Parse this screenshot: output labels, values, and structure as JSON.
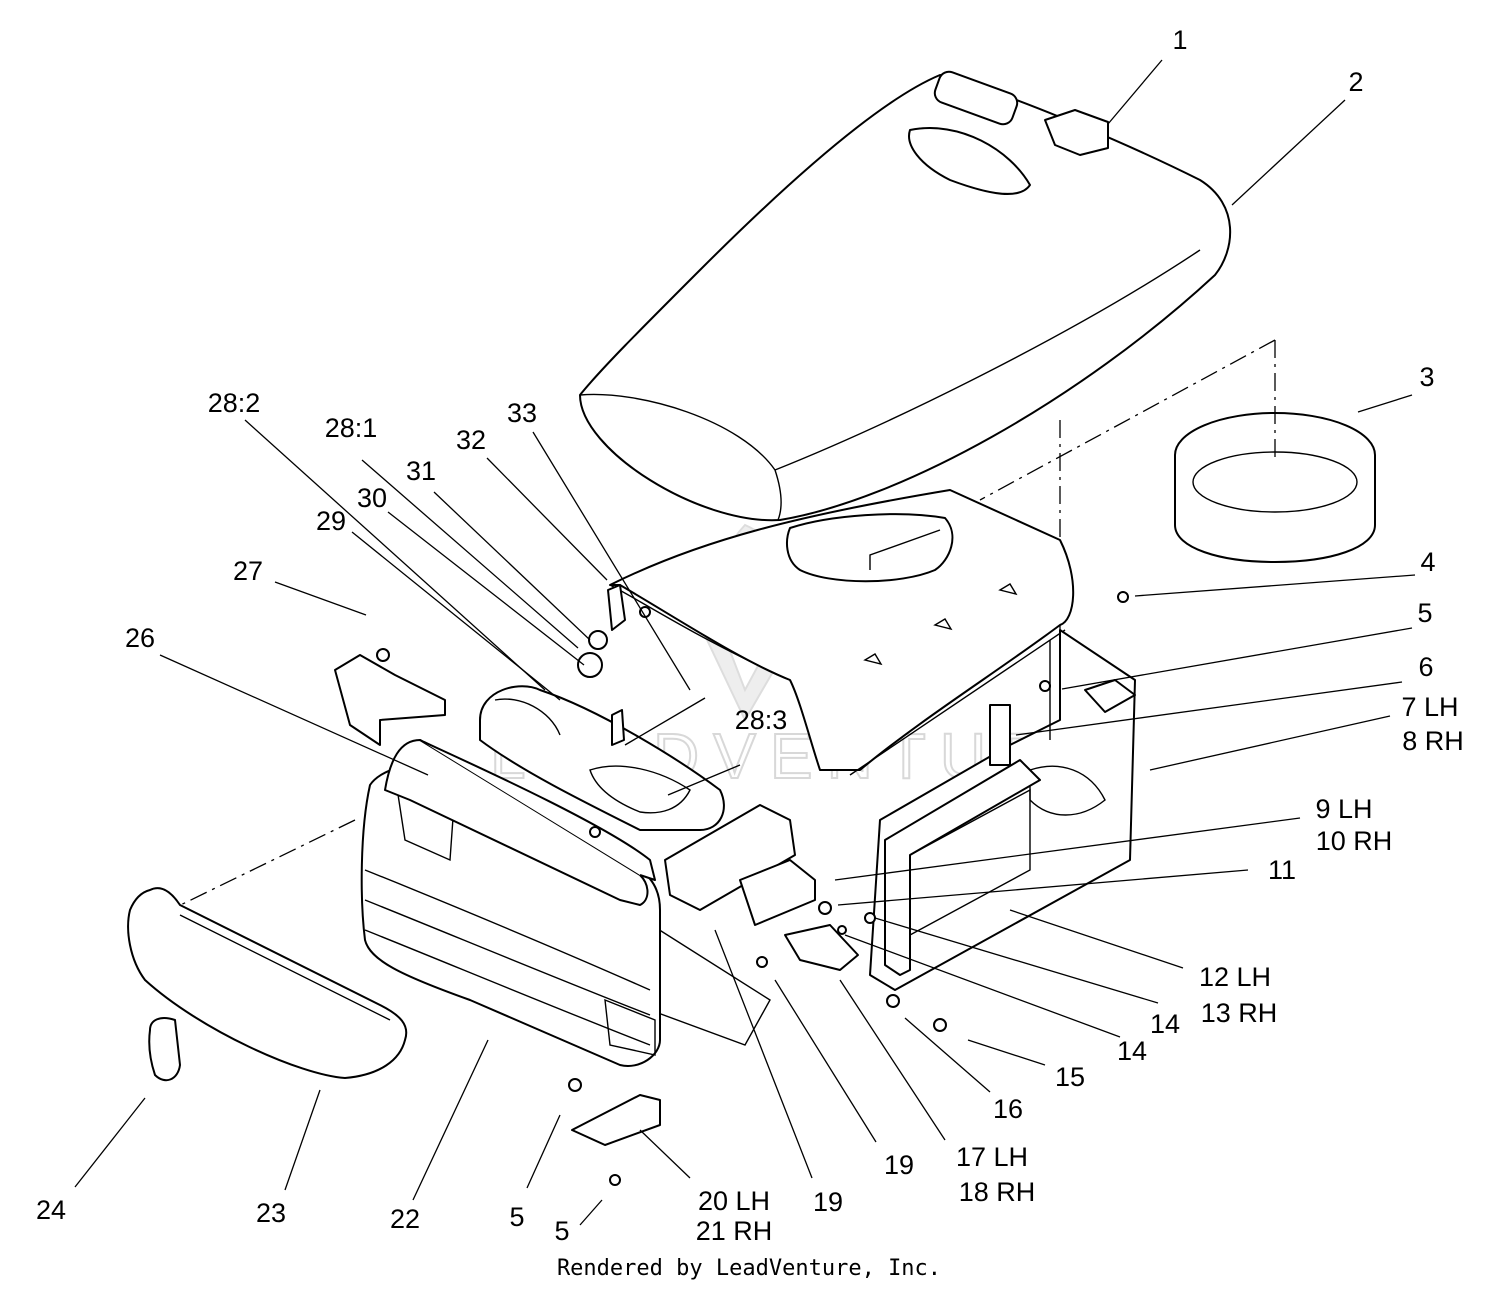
{
  "diagram": {
    "callouts": [
      {
        "id": "c1",
        "lines": [
          "1"
        ]
      },
      {
        "id": "c2",
        "lines": [
          "2"
        ]
      },
      {
        "id": "c3",
        "lines": [
          "3"
        ]
      },
      {
        "id": "c4",
        "lines": [
          "4"
        ]
      },
      {
        "id": "c5a",
        "lines": [
          "5"
        ]
      },
      {
        "id": "c6",
        "lines": [
          "6"
        ]
      },
      {
        "id": "c7",
        "lines": [
          "7 LH",
          "8 RH"
        ]
      },
      {
        "id": "c9",
        "lines": [
          "9 LH",
          "10 RH"
        ]
      },
      {
        "id": "c11",
        "lines": [
          "11"
        ]
      },
      {
        "id": "c12",
        "lines": [
          "12 LH",
          "13 RH"
        ]
      },
      {
        "id": "c14a",
        "lines": [
          "14"
        ]
      },
      {
        "id": "c14b",
        "lines": [
          "14"
        ]
      },
      {
        "id": "c15",
        "lines": [
          "15"
        ]
      },
      {
        "id": "c16",
        "lines": [
          "16"
        ]
      },
      {
        "id": "c17",
        "lines": [
          "17 LH",
          "18 RH"
        ]
      },
      {
        "id": "c19a",
        "lines": [
          "19"
        ]
      },
      {
        "id": "c19b",
        "lines": [
          "19"
        ]
      },
      {
        "id": "c20",
        "lines": [
          "20 LH",
          "21 RH"
        ]
      },
      {
        "id": "c5b",
        "lines": [
          "5"
        ]
      },
      {
        "id": "c5c",
        "lines": [
          "5"
        ]
      },
      {
        "id": "c22",
        "lines": [
          "22"
        ]
      },
      {
        "id": "c23",
        "lines": [
          "23"
        ]
      },
      {
        "id": "c24",
        "lines": [
          "24"
        ]
      },
      {
        "id": "c26",
        "lines": [
          "26"
        ]
      },
      {
        "id": "c27",
        "lines": [
          "27"
        ]
      },
      {
        "id": "c29",
        "lines": [
          "29"
        ]
      },
      {
        "id": "c30",
        "lines": [
          "30"
        ]
      },
      {
        "id": "c31",
        "lines": [
          "31"
        ]
      },
      {
        "id": "c32",
        "lines": [
          "32"
        ]
      },
      {
        "id": "c33",
        "lines": [
          "33"
        ]
      },
      {
        "id": "c281",
        "lines": [
          "28:1"
        ]
      },
      {
        "id": "c282",
        "lines": [
          "28:2"
        ]
      },
      {
        "id": "c283",
        "lines": [
          "28:3"
        ]
      }
    ],
    "watermark": "LEADVENTURE",
    "footer": "Rendered by LeadVenture, Inc."
  }
}
